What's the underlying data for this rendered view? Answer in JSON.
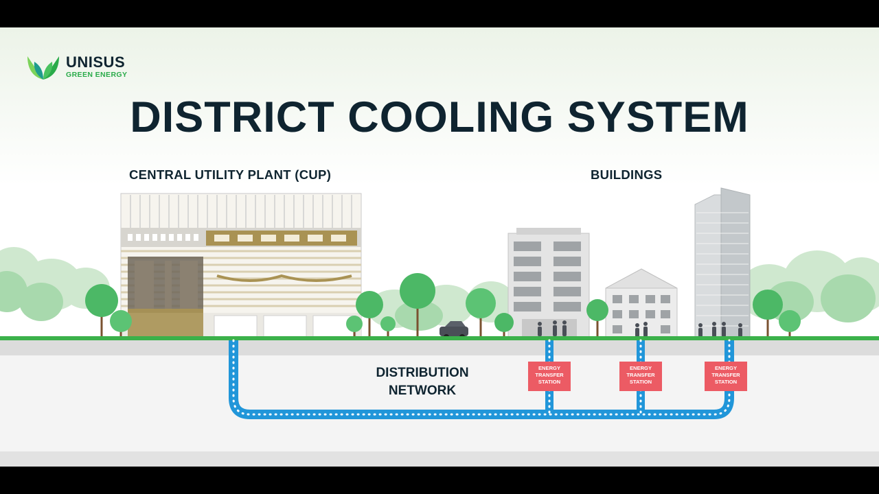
{
  "logo": {
    "name": "UNISUS",
    "tagline": "GREEN ENERGY"
  },
  "title": "DISTRICT COOLING SYSTEM",
  "sections": {
    "plant": "CENTRAL UTILITY PLANT (CUP)",
    "buildings": "BUILDINGS"
  },
  "network": {
    "line1": "DISTRIBUTION",
    "line2": "NETWORK"
  },
  "station_label": "ENERGY\nTRANSFER\nSTATION",
  "colors": {
    "navy": "#0f2430",
    "green": "#3bb14a",
    "pipe": "#2196d9",
    "station": "#ec5b64",
    "gold": "#a99253"
  }
}
